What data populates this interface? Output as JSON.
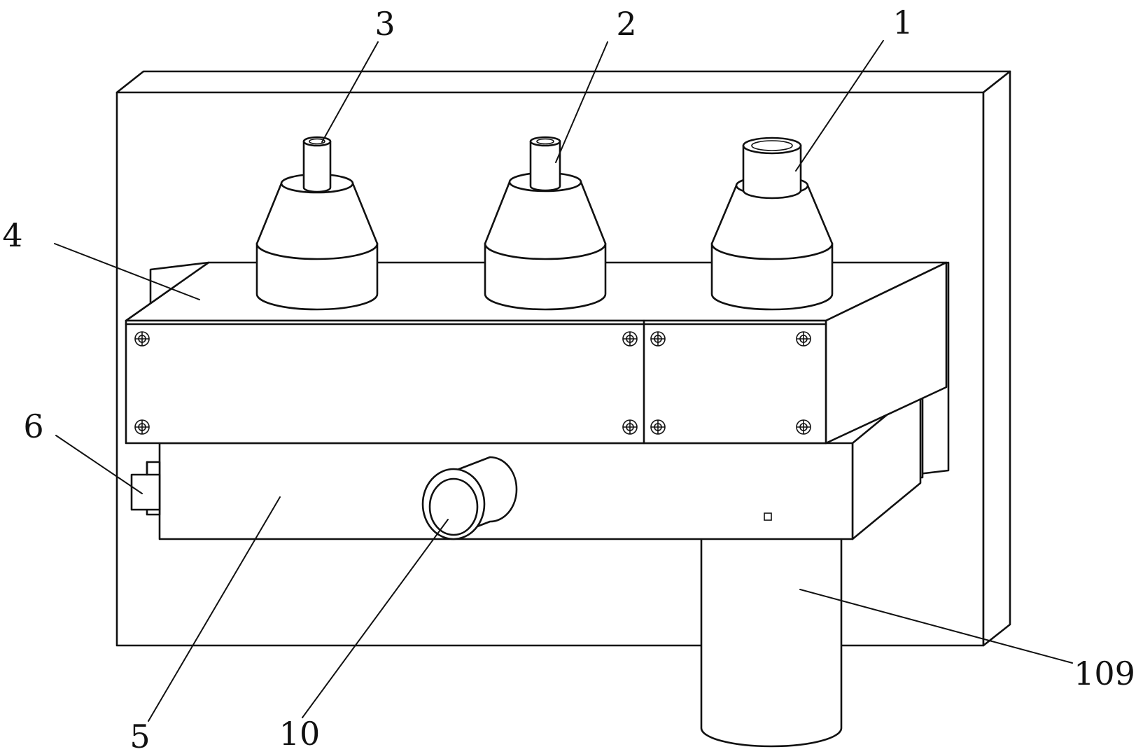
{
  "labels": {
    "l1": "1",
    "l2": "2",
    "l3": "3",
    "l4": "4",
    "l5": "5",
    "l6": "6",
    "l10": "10",
    "l109": "109"
  }
}
